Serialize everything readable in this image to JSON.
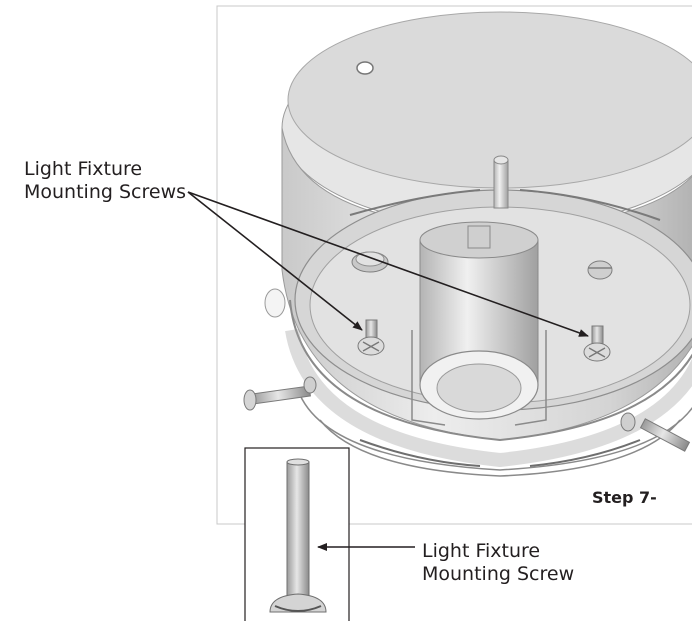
{
  "callouts": {
    "top": {
      "line1": "Light Fixture",
      "line2": "Mounting Screws"
    },
    "bottom": {
      "line1": "Light Fixture",
      "line2": "Mounting Screw"
    }
  },
  "step_label": "Step 7-",
  "colors": {
    "line": "#231f20",
    "frame": "#b8b8b8",
    "metal_light": "#e8e8e8",
    "metal_mid": "#bdbdbd",
    "metal_dark": "#8c8c8c"
  }
}
